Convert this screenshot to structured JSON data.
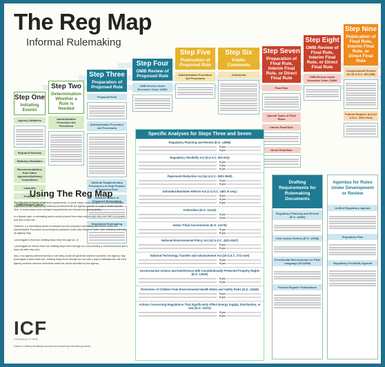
{
  "header": {
    "title": "The Reg Map",
    "subtitle": "Informal Rulemaking"
  },
  "steps": [
    {
      "num": "Step One",
      "title": "Initiating Events",
      "color": "#4e8a2e",
      "items": [
        "Agency Initiatives",
        "Required Reviews",
        "Statutory Mandates",
        "Recommendations from Other Agencies/Advisory Committees",
        "Lawsuits",
        "Petitions",
        "OMB Prompt Letters"
      ]
    },
    {
      "num": "Step Two",
      "title": "Determination Whether a Rule is Needed",
      "color": "#4e8a2e",
      "items": [
        "Administrative Procedure Act Provisions"
      ]
    },
    {
      "num": "Step Three",
      "title": "Preparation of Proposed Rule",
      "color": "#1e7b93",
      "items": [
        "Proposed Rule",
        "Administrative Procedure Act Provisions",
        "Optional Supplementary Procedures to Help Prepare a Proposed Rule",
        "Advance Notice of Proposed Rulemaking",
        "Negotiated Rulemaking"
      ]
    },
    {
      "num": "Step Four",
      "title": "OMB Review of Proposed Rule",
      "color": "#1e7b93",
      "items": [
        "OMB Review Under Executive Order 12866"
      ]
    },
    {
      "num": "Step Five",
      "title": "Publication of Proposed Rule",
      "color": "#e8b42c",
      "items": [
        "Administrative Procedure Act Provisions"
      ]
    },
    {
      "num": "Step Six",
      "title": "Public Comments",
      "color": "#e8b42c",
      "items": [
        "Comments"
      ]
    },
    {
      "num": "Step Seven",
      "title": "Preparation of Final Rule, Interim Final Rule, or Direct Final Rule",
      "color": "#c9412b",
      "items": [
        "Final Rule",
        "Special Types of Final Rules",
        "Interim Final Rule",
        "Direct Final Rule"
      ]
    },
    {
      "num": "Step Eight",
      "title": "OMB Review of Final Rule, Interim Final Rule, or Direct Final Rule",
      "color": "#c9412b",
      "items": [
        "OMB Review Under Executive Order 12866"
      ]
    },
    {
      "num": "Step Nine",
      "title": "Publication of Final Rule, Interim Final Rule, or Direct Final Rule",
      "color": "#ef8a1c",
      "items": [
        "Congressional Review Act (5 U.S.C. 801-808)",
        "Federal Register Act (44 U.S.C. 1501-1511)"
      ]
    }
  ],
  "using": {
    "title": "Using The Reg Map",
    "paragraphs": [
      "The Reg Map is based on general requirements. In some cases, more stringent or more streamlined requirements are imposed by statutory provisions that are agency specific or subject matter specific. Also, in some cases more stringent requirements are imposed by agency policy.",
      "In a typical case, a rulemaking action would proceed from step one through step nine with a proposed rule and a final rule.",
      "However, if a rulemaking action is exempt from the proposed rulemaking procedures under the Administrative Procedure Act provisions (explained under step three) or under other statutory authority, an agency may:",
      "• promulgate a final rule omitting steps three through six, or",
      "• promulgate an interim final rule omitting steps three through six, but providing a comment period and a final rule after step nine.",
      "Also, if an agency determines that a rule likely would not generate adverse comment, the agency may promulgate a direct final rule, omitting steps three through six, but with a duty to withdraw the rule if the agency receives adverse comments within the period specified by the agency."
    ]
  },
  "specific": {
    "title": "Specific Analyses for Steps Three and Seven",
    "sections": [
      "Regulatory Planning and Review (E.O. 12866)",
      "Regulatory Flexibility Act (5 U.S.C. 601-612)",
      "Paperwork Reduction Act (44 U.S.C. 3501-3520)",
      "Unfunded Mandates Reform Act (2 U.S.C. 1501 et seq.)",
      "Federalism (E.O. 13132)",
      "Indian Tribal Governments (E.O. 13175)",
      "National Environmental Policy Act (42 U.S.C. 4321-4347)",
      "National Technology Transfer and Advancement Act (15 U.S.C. 272 note)",
      "Governmental Actions and Interference with Constitutionally Protected Property Rights (E.O. 12630)",
      "Protection of Children from Environmental Health Risks and Safety Risks (E.O. 13045)",
      "Actions Concerning Regulations That Significantly Affect Energy Supply, Distribution, or Use (E.O. 13211)"
    ],
    "yes": "If yes"
  },
  "drafting": {
    "title": "Drafting Requirements for Rulemaking Documents",
    "items": [
      "Regulatory Planning and Review (E.O. 12866)",
      "Civil Justice Reform (E.O. 12988)",
      "Presidential Memorandum on Plain Language (6/1/1998)",
      "Federal Register Publications"
    ]
  },
  "agendas": {
    "title": "Agendas for Rules Under Development or Review",
    "items": [
      "Unified Regulatory Agenda",
      "Regulatory Plan",
      "Regulatory Flexibility Agenda"
    ]
  },
  "logo": {
    "name": "ICF",
    "sub": "CONSULTING"
  },
  "footer": "Experts in drafting rulemaking documents and answering rulemaking questions"
}
